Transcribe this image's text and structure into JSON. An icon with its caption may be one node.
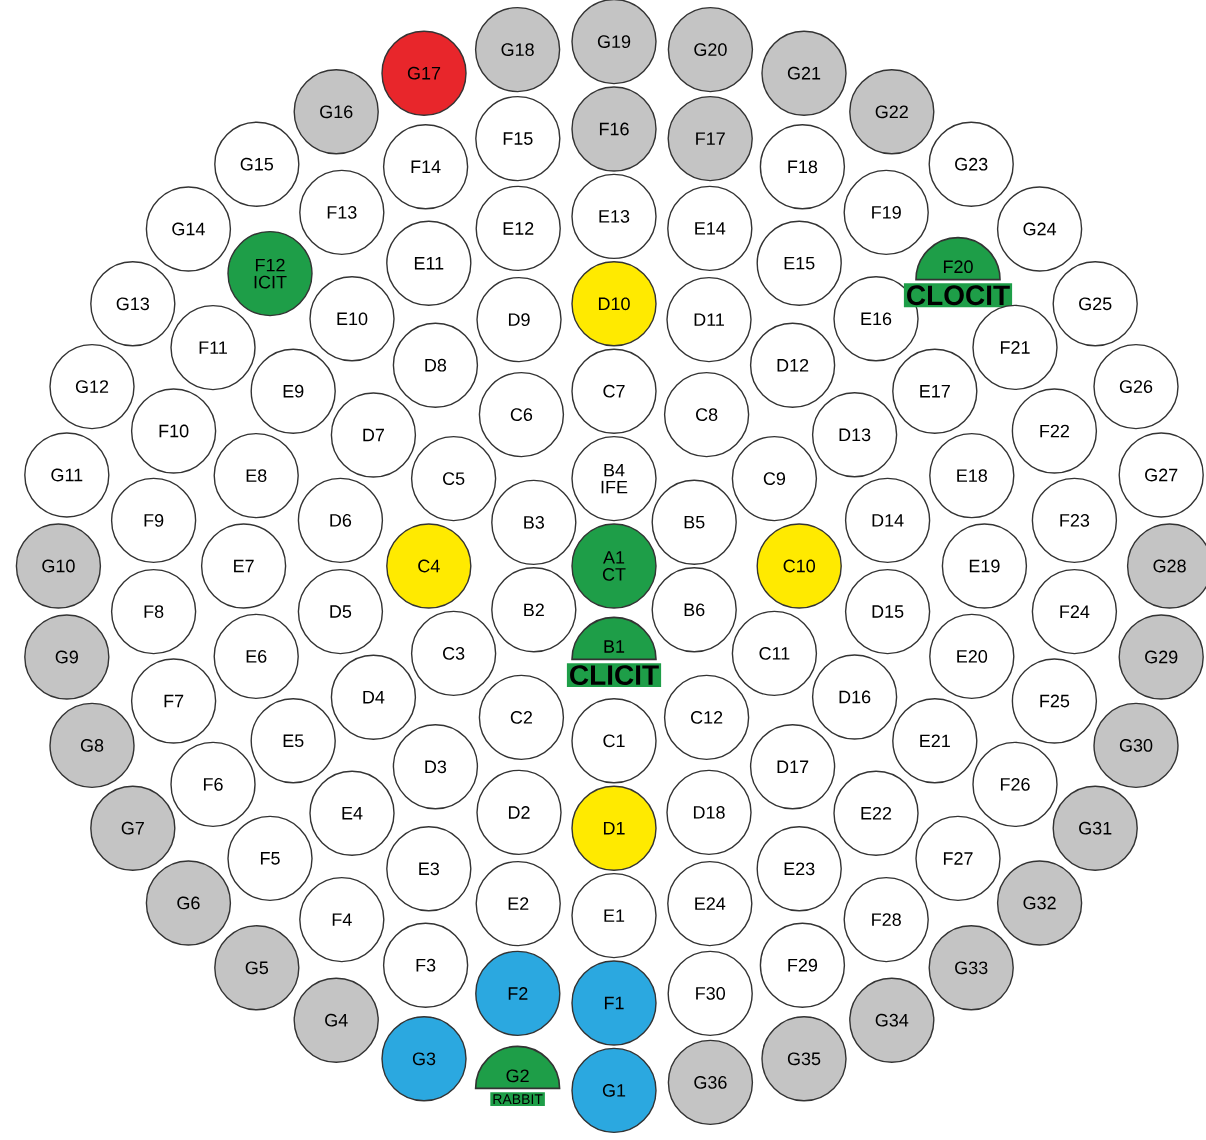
{
  "diagram": {
    "nodes": [
      {
        "text": [
          "A1",
          "CT"
        ]
      },
      {
        "text": [
          "B1",
          "CLICIT"
        ]
      },
      {
        "text": [
          "B2"
        ]
      },
      {
        "text": [
          "B3"
        ]
      },
      {
        "text": [
          "B4",
          "IFE"
        ]
      },
      {
        "text": [
          "B5"
        ]
      },
      {
        "text": [
          "B6"
        ]
      },
      {
        "text": [
          "C1"
        ]
      },
      {
        "text": [
          "C2"
        ]
      },
      {
        "text": [
          "C3"
        ]
      },
      {
        "text": [
          "C4"
        ]
      },
      {
        "text": [
          "C5"
        ]
      },
      {
        "text": [
          "C6"
        ]
      },
      {
        "text": [
          "C7"
        ]
      },
      {
        "text": [
          "C8"
        ]
      },
      {
        "text": [
          "C9"
        ]
      },
      {
        "text": [
          "C10"
        ]
      },
      {
        "text": [
          "C11"
        ]
      },
      {
        "text": [
          "C12"
        ]
      },
      {
        "text": [
          "D1"
        ]
      },
      {
        "text": [
          "D2"
        ]
      },
      {
        "text": [
          "D3"
        ]
      },
      {
        "text": [
          "D4"
        ]
      },
      {
        "text": [
          "D5"
        ]
      },
      {
        "text": [
          "D6"
        ]
      },
      {
        "text": [
          "D7"
        ]
      },
      {
        "text": [
          "D8"
        ]
      },
      {
        "text": [
          "D9"
        ]
      },
      {
        "text": [
          "D10"
        ]
      },
      {
        "text": [
          "D11"
        ]
      },
      {
        "text": [
          "D12"
        ]
      },
      {
        "text": [
          "D13"
        ]
      },
      {
        "text": [
          "D14"
        ]
      },
      {
        "text": [
          "D15"
        ]
      },
      {
        "text": [
          "D16"
        ]
      },
      {
        "text": [
          "D17"
        ]
      },
      {
        "text": [
          "D18"
        ]
      },
      {
        "text": [
          "E1"
        ]
      },
      {
        "text": [
          "E2"
        ]
      },
      {
        "text": [
          "E3"
        ]
      },
      {
        "text": [
          "E4"
        ]
      },
      {
        "text": [
          "E5"
        ]
      },
      {
        "text": [
          "E6"
        ]
      },
      {
        "text": [
          "E7"
        ]
      },
      {
        "text": [
          "E8"
        ]
      },
      {
        "text": [
          "E9"
        ]
      },
      {
        "text": [
          "E10"
        ]
      },
      {
        "text": [
          "E11"
        ]
      },
      {
        "text": [
          "E12"
        ]
      },
      {
        "text": [
          "E13"
        ]
      },
      {
        "text": [
          "E14"
        ]
      },
      {
        "text": [
          "E15"
        ]
      },
      {
        "text": [
          "E16"
        ]
      },
      {
        "text": [
          "E17"
        ]
      },
      {
        "text": [
          "E18"
        ]
      },
      {
        "text": [
          "E19"
        ]
      },
      {
        "text": [
          "E20"
        ]
      },
      {
        "text": [
          "E21"
        ]
      },
      {
        "text": [
          "E22"
        ]
      },
      {
        "text": [
          "E23"
        ]
      },
      {
        "text": [
          "E24"
        ]
      },
      {
        "text": [
          "F1"
        ]
      },
      {
        "text": [
          "F2"
        ]
      },
      {
        "text": [
          "F3"
        ]
      },
      {
        "text": [
          "F4"
        ]
      },
      {
        "text": [
          "F5"
        ]
      },
      {
        "text": [
          "F6"
        ]
      },
      {
        "text": [
          "F7"
        ]
      },
      {
        "text": [
          "F8"
        ]
      },
      {
        "text": [
          "F9"
        ]
      },
      {
        "text": [
          "F10"
        ]
      },
      {
        "text": [
          "F11"
        ]
      },
      {
        "text": [
          "F12",
          "ICIT"
        ]
      },
      {
        "text": [
          "F13"
        ]
      },
      {
        "text": [
          "F14"
        ]
      },
      {
        "text": [
          "F15"
        ]
      },
      {
        "text": [
          "F16"
        ]
      },
      {
        "text": [
          "F17"
        ]
      },
      {
        "text": [
          "F18"
        ]
      },
      {
        "text": [
          "F19"
        ]
      },
      {
        "text": [
          "F20",
          "CLOCIT"
        ]
      },
      {
        "text": [
          "F21"
        ]
      },
      {
        "text": [
          "F22"
        ]
      },
      {
        "text": [
          "F23"
        ]
      },
      {
        "text": [
          "F24"
        ]
      },
      {
        "text": [
          "F25"
        ]
      },
      {
        "text": [
          "F26"
        ]
      },
      {
        "text": [
          "F27"
        ]
      },
      {
        "text": [
          "F28"
        ]
      },
      {
        "text": [
          "F29"
        ]
      },
      {
        "text": [
          "F30"
        ]
      },
      {
        "text": [
          "G1"
        ]
      },
      {
        "text": [
          "G2",
          "RABBIT"
        ]
      },
      {
        "text": [
          "G3"
        ]
      },
      {
        "text": [
          "G4"
        ]
      },
      {
        "text": [
          "G5"
        ]
      },
      {
        "text": [
          "G6"
        ]
      },
      {
        "text": [
          "G7"
        ]
      },
      {
        "text": [
          "G8"
        ]
      },
      {
        "text": [
          "G9"
        ]
      },
      {
        "text": [
          "G10"
        ]
      },
      {
        "text": [
          "G11"
        ]
      },
      {
        "text": [
          "G12"
        ]
      },
      {
        "text": [
          "G13"
        ]
      },
      {
        "text": [
          "G14"
        ]
      },
      {
        "text": [
          "G15"
        ]
      },
      {
        "text": [
          "G16"
        ]
      },
      {
        "text": [
          "G17"
        ]
      },
      {
        "text": [
          "G18"
        ]
      },
      {
        "text": [
          "G19"
        ]
      },
      {
        "text": [
          "G20"
        ]
      },
      {
        "text": [
          "G21"
        ]
      },
      {
        "text": [
          "G22"
        ]
      },
      {
        "text": [
          "G23"
        ]
      },
      {
        "text": [
          "G24"
        ]
      },
      {
        "text": [
          "G25"
        ]
      },
      {
        "text": [
          "G26"
        ]
      },
      {
        "text": [
          "G27"
        ]
      },
      {
        "text": [
          "G28"
        ]
      },
      {
        "text": [
          "G29"
        ]
      },
      {
        "text": [
          "G30"
        ]
      },
      {
        "text": [
          "G31"
        ]
      },
      {
        "text": [
          "G32"
        ]
      },
      {
        "text": [
          "G33"
        ]
      },
      {
        "text": [
          "G34"
        ]
      },
      {
        "text": [
          "G35"
        ]
      },
      {
        "text": [
          "G36"
        ]
      }
    ]
  }
}
